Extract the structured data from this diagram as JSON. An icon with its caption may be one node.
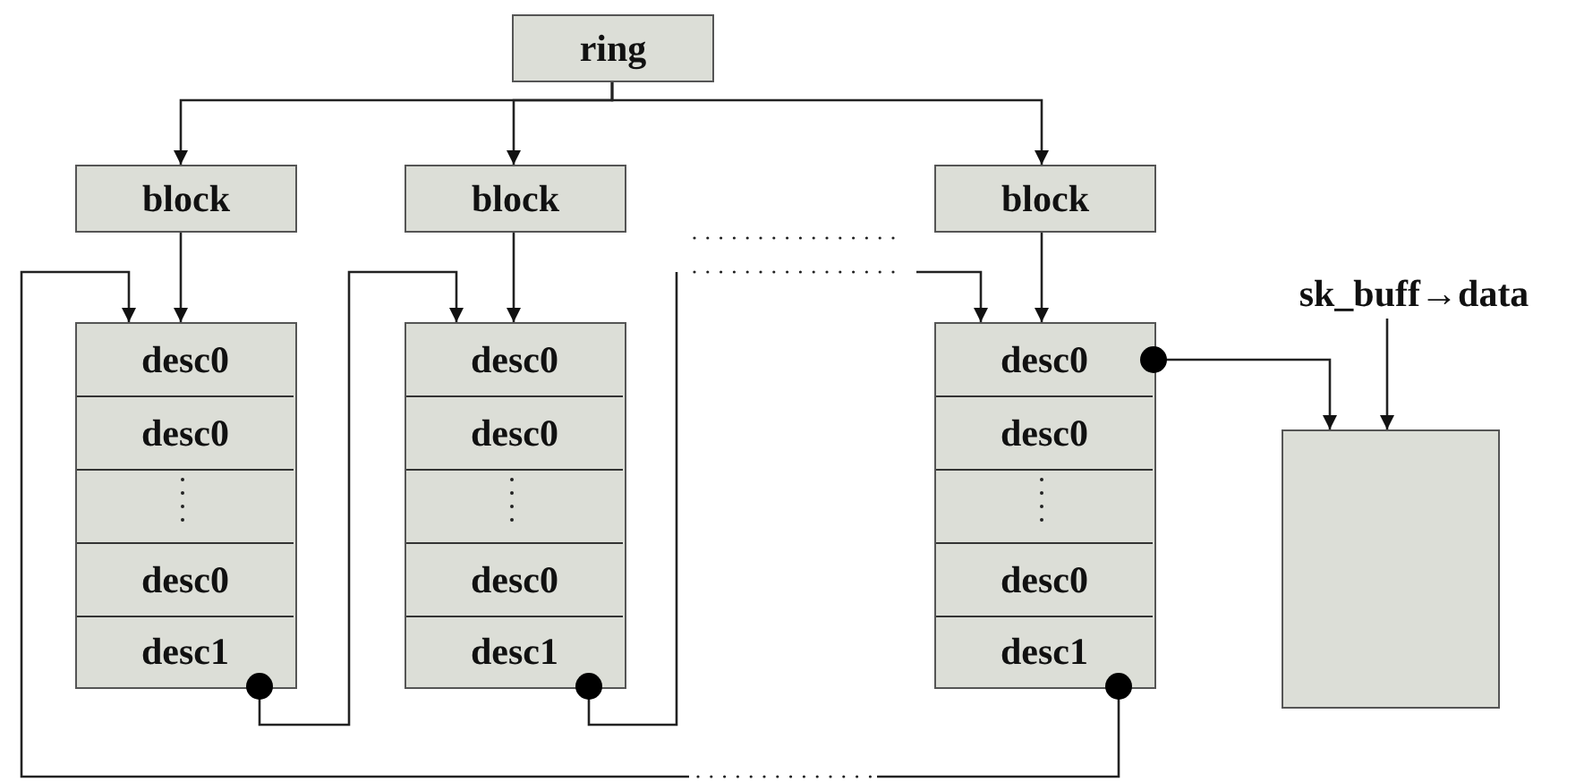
{
  "diagram": {
    "nodes": [
      {
        "text": [
          "ring"
        ]
      },
      {
        "text": [
          "block"
        ]
      },
      {
        "text": [
          "block"
        ]
      },
      {
        "text": [
          "block"
        ]
      },
      {
        "text": [],
        "shape": "box"
      },
      {
        "text": [
          "desc0"
        ],
        "in": 4
      },
      {
        "text": [
          "desc0"
        ],
        "in": 4
      },
      {
        "text": [],
        "shape": "box",
        "in": 4
      },
      {
        "text": [
          "desc0"
        ],
        "in": 4
      },
      {
        "text": [
          "desc1"
        ],
        "in": 4
      },
      {
        "text": [],
        "shape": "box"
      },
      {
        "text": [
          "desc0"
        ],
        "in": 10
      },
      {
        "text": [
          "desc0"
        ],
        "in": 10
      },
      {
        "text": [],
        "shape": "box",
        "in": 10
      },
      {
        "text": [
          "desc0"
        ],
        "in": 10
      },
      {
        "text": [
          "desc1"
        ],
        "in": 10
      },
      {
        "text": [],
        "shape": "box"
      },
      {
        "text": [
          "desc0"
        ],
        "in": 16
      },
      {
        "text": [
          "desc0"
        ],
        "in": 16
      },
      {
        "text": [],
        "shape": "box",
        "in": 16
      },
      {
        "text": [
          "desc0"
        ],
        "in": 16
      },
      {
        "text": [
          "desc1"
        ],
        "in": 16
      },
      {
        "text": [
          "sk_buff→data"
        ]
      },
      {
        "text": [],
        "shape": "box"
      }
    ],
    "edges": [
      {
        "from": 0,
        "to": 1,
        "arrow": "to"
      },
      {
        "from": 0,
        "to": 2,
        "arrow": "to"
      },
      {
        "from": 0,
        "to": 3,
        "arrow": "to"
      },
      {
        "from": 1,
        "to": 4,
        "arrow": "to"
      },
      {
        "from": 2,
        "to": 10,
        "arrow": "to"
      },
      {
        "from": 3,
        "to": 16,
        "arrow": "to"
      },
      {
        "from": 9,
        "to": 10,
        "arrow": "to"
      },
      {
        "from": 15,
        "to": null,
        "arrow": "other"
      },
      {
        "from": null,
        "to": 16,
        "arrow": "to"
      },
      {
        "from": 21,
        "to": null,
        "arrow": "other"
      },
      {
        "from": null,
        "to": 4,
        "arrow": "to"
      },
      {
        "from": 17,
        "to": 23,
        "arrow": "to"
      },
      {
        "from": 22,
        "to": 23,
        "arrow": "to"
      }
    ]
  }
}
